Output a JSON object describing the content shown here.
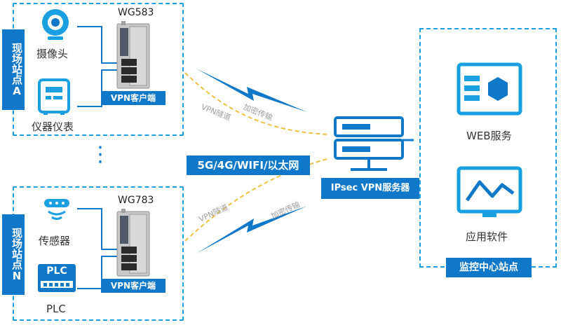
{
  "site_a": {
    "label": "现场站点A",
    "device_model": "WG583",
    "vpn_client_label": "VPN客户端",
    "camera_label": "摄像头",
    "meter_label": "仪器仪表"
  },
  "site_n": {
    "label": "现场站点N",
    "device_model": "WG783",
    "vpn_client_label": "VPN客户端",
    "sensor_label": "传感器",
    "plc_label": "PLC",
    "plc_icon_text": "PLC"
  },
  "network": {
    "label": "5G/4G/WIFI/以太网",
    "tunnel_top_left": "VPN隧道",
    "tunnel_top_right": "加密传输",
    "tunnel_bottom_left": "VPN隧道",
    "tunnel_bottom_right": "加密传输",
    "ellipsis": "⋮"
  },
  "server": {
    "label": "IPsec VPN服务器"
  },
  "center": {
    "label": "监控中心站点",
    "web_label": "WEB服务",
    "app_label": "应用软件"
  },
  "colors": {
    "accent": "#1078c8",
    "light_blue": "#1aa0e0",
    "tunnel_dash": "#f0c040"
  }
}
